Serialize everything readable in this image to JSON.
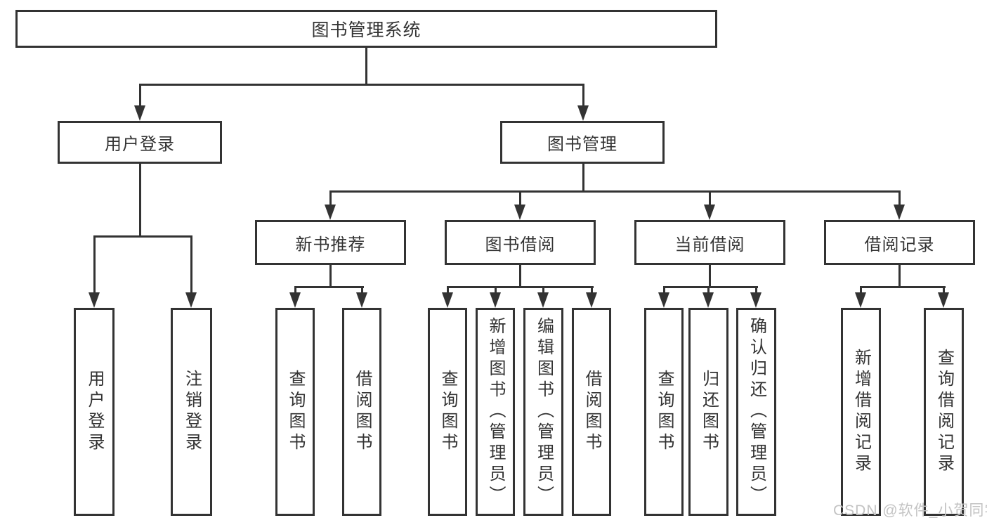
{
  "diagram": {
    "title": "图书管理系统",
    "root": {
      "label": "图书管理系统"
    },
    "level1": [
      {
        "label": "用户登录"
      },
      {
        "label": "图书管理"
      }
    ],
    "level2": [
      {
        "label": "新书推荐",
        "parent": "图书管理"
      },
      {
        "label": "图书借阅",
        "parent": "图书管理"
      },
      {
        "label": "当前借阅",
        "parent": "图书管理"
      },
      {
        "label": "借阅记录",
        "parent": "图书管理"
      }
    ],
    "leaves": [
      {
        "label": "用户登录",
        "parent": "用户登录"
      },
      {
        "label": "注销登录",
        "parent": "用户登录"
      },
      {
        "label": "查询图书",
        "parent": "新书推荐"
      },
      {
        "label": "借阅图书",
        "parent": "新书推荐"
      },
      {
        "label": "查询图书",
        "parent": "图书借阅"
      },
      {
        "label": "新增图书（管理员）",
        "parent": "图书借阅"
      },
      {
        "label": "编辑图书（管理员）",
        "parent": "图书借阅"
      },
      {
        "label": "借阅图书",
        "parent": "图书借阅"
      },
      {
        "label": "查询图书",
        "parent": "当前借阅"
      },
      {
        "label": "归还图书",
        "parent": "当前借阅"
      },
      {
        "label": "确认归还（管理员）",
        "parent": "当前借阅"
      },
      {
        "label": "新增借阅记录",
        "parent": "借阅记录"
      },
      {
        "label": "查询借阅记录",
        "parent": "借阅记录"
      }
    ]
  },
  "watermark": {
    "text": "CSDN @软件_小贺同学"
  },
  "colors": {
    "line": "#333333",
    "text": "#333333",
    "watermark": "#c3c3c3",
    "background": "#ffffff"
  }
}
